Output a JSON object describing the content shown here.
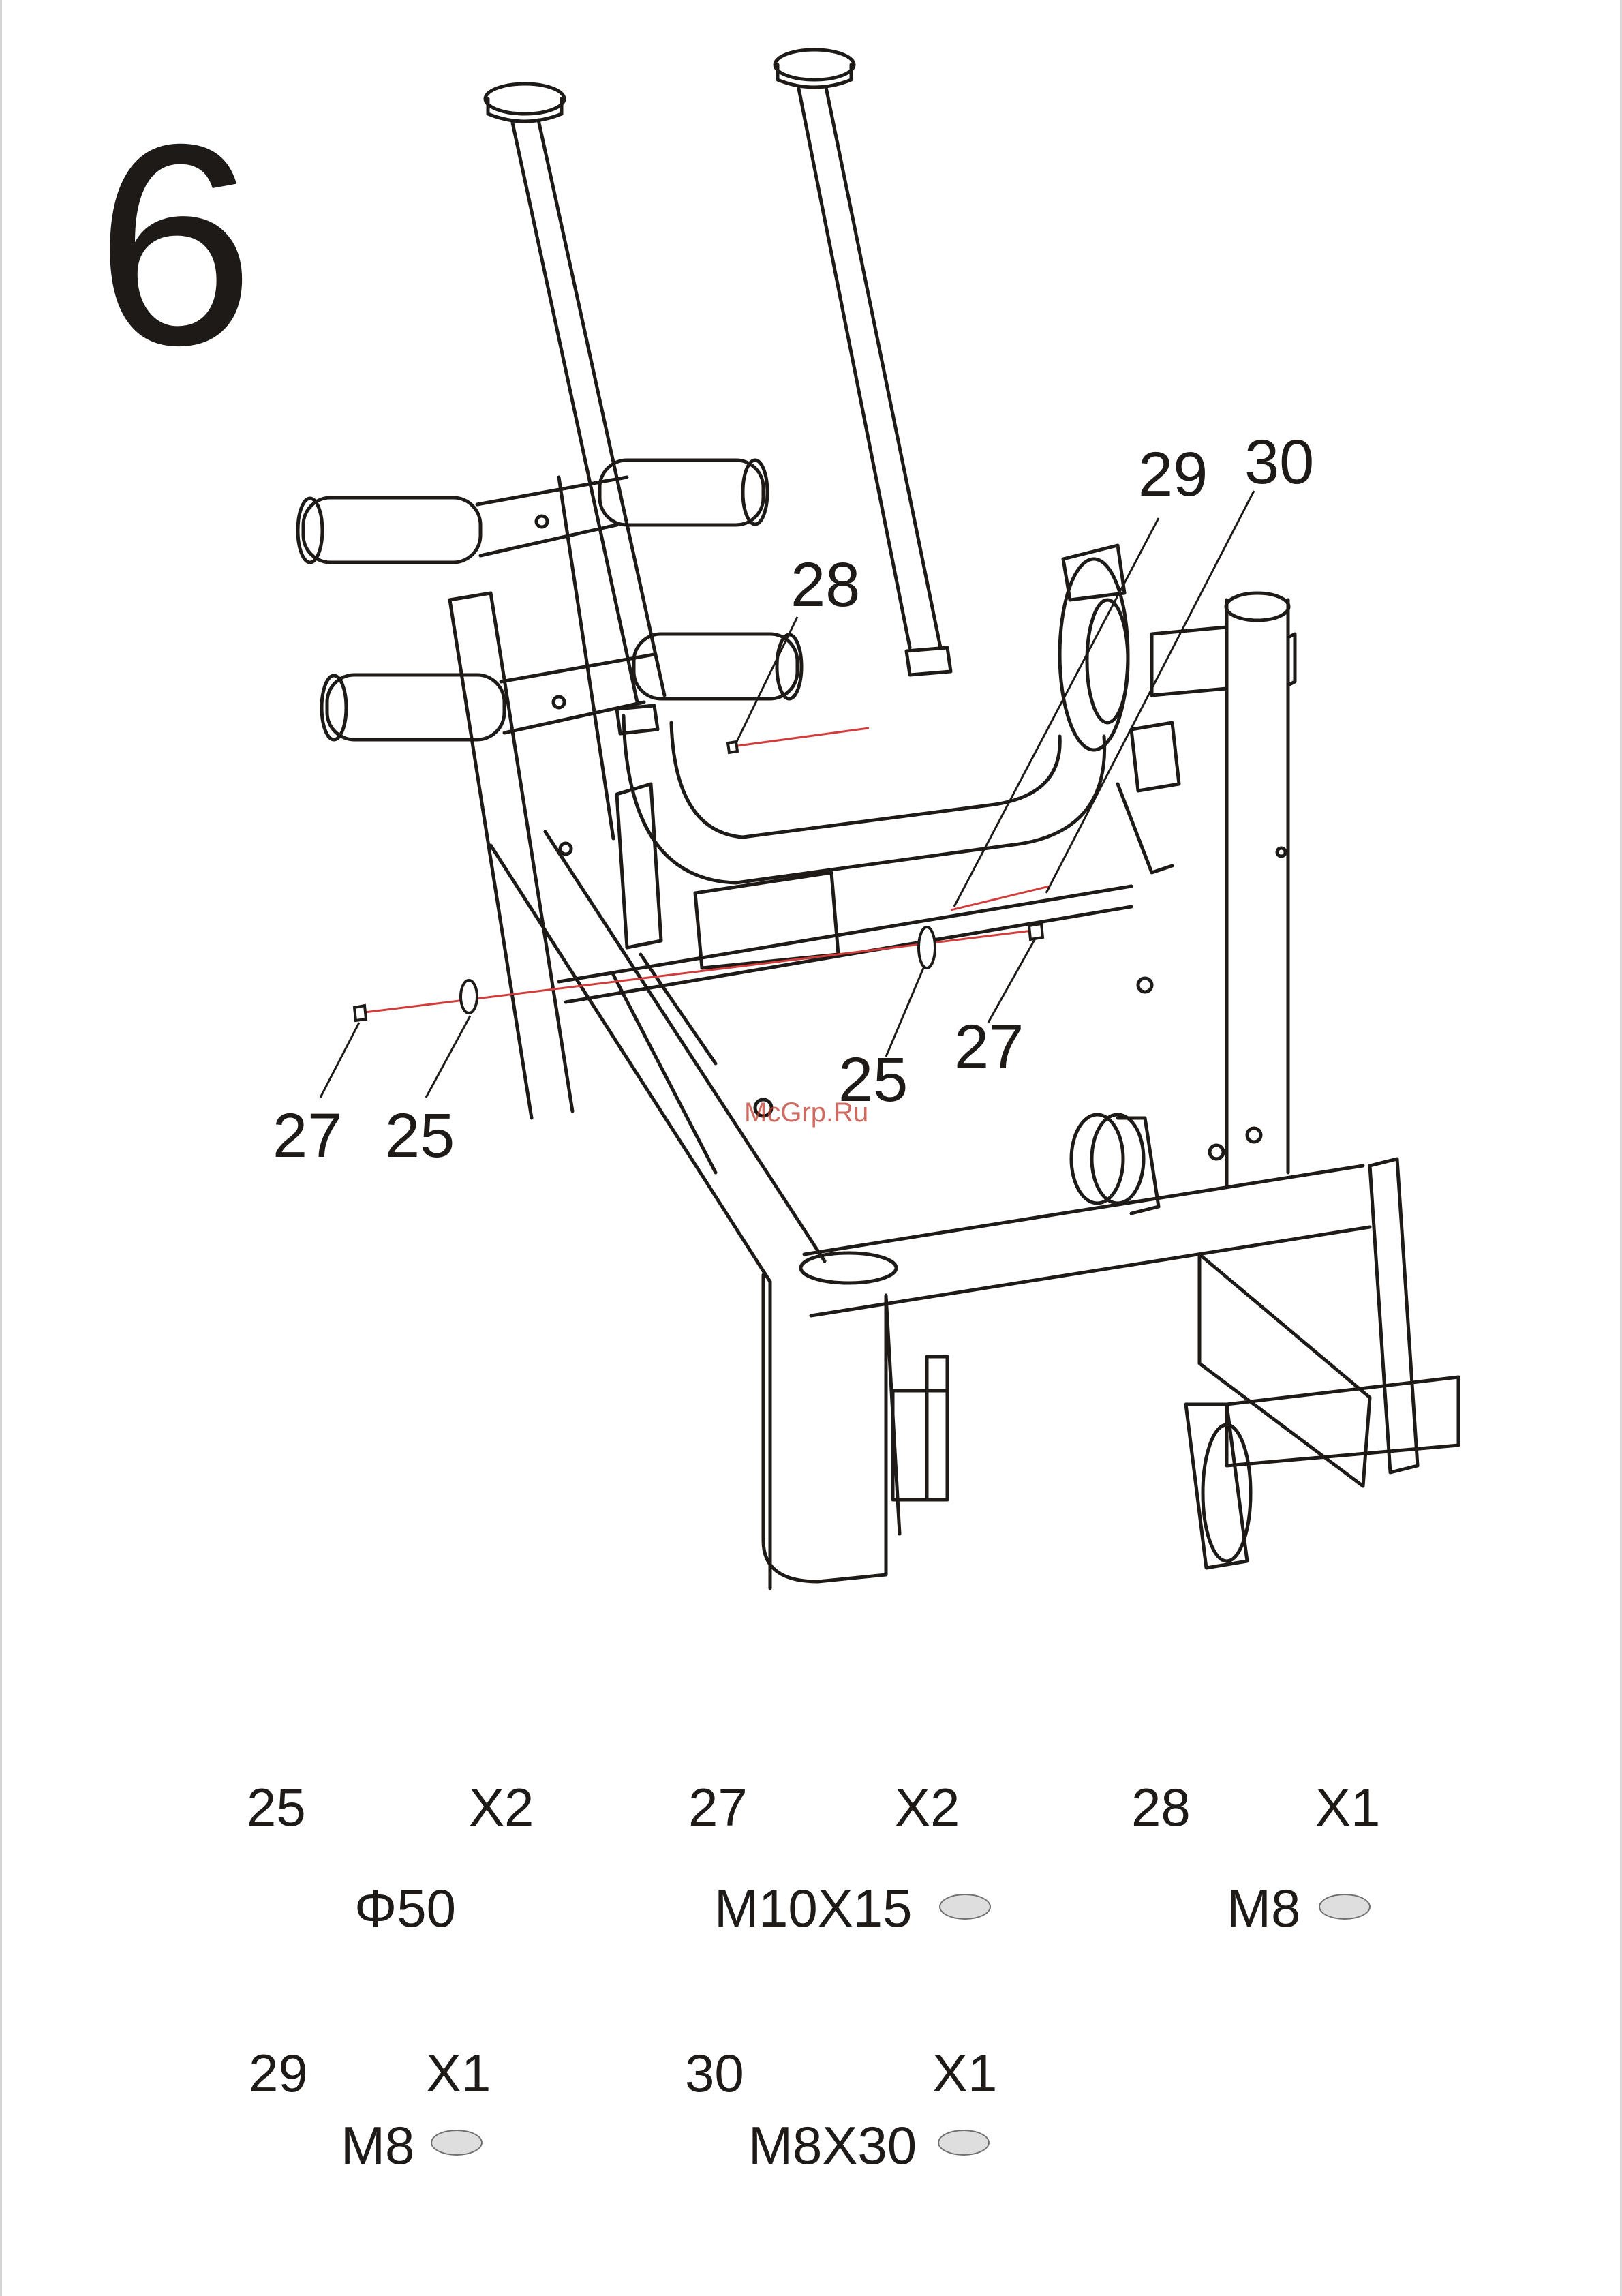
{
  "step": {
    "number": "6"
  },
  "callouts": {
    "c28": "28",
    "c29": "29",
    "c30": "30",
    "c27_right": "27",
    "c25_right": "25",
    "c27_left": "27",
    "c25_left": "25"
  },
  "watermark": "McGrp.Ru",
  "parts": [
    {
      "id": "25",
      "qty": "X2",
      "size": "Φ50",
      "icon": "washer-large-icon"
    },
    {
      "id": "27",
      "qty": "X2",
      "size": "M10X15",
      "icon": "flat-head-bolt-icon"
    },
    {
      "id": "28",
      "qty": "X1",
      "size": "M8",
      "icon": "hex-nut-icon"
    },
    {
      "id": "29",
      "qty": "X1",
      "size": "M8",
      "icon": "washer-small-icon"
    },
    {
      "id": "30",
      "qty": "X1",
      "size": "M8X30",
      "icon": "button-head-bolt-icon"
    }
  ],
  "colors": {
    "ink": "#1e1a18",
    "guide_line": "#d43c3c",
    "oval_fill": "#dedede"
  }
}
